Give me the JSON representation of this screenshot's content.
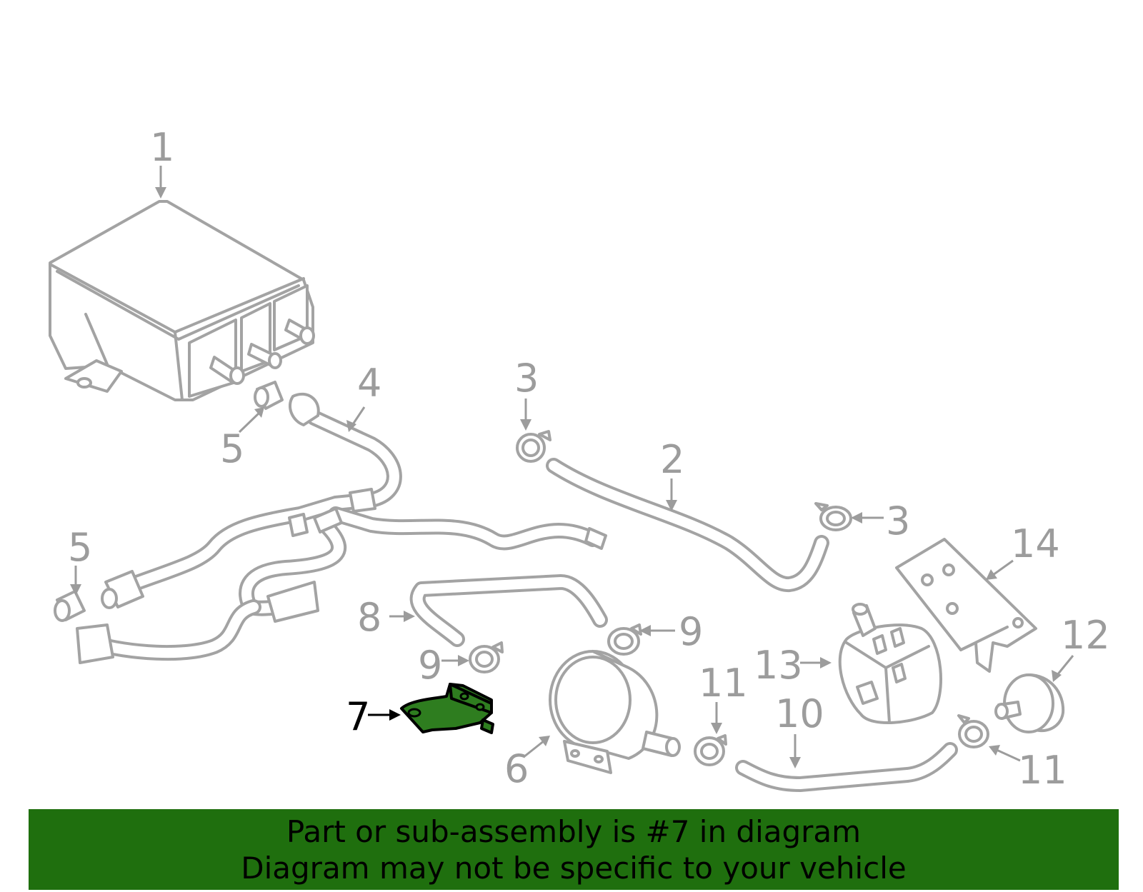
{
  "callouts": {
    "c1": "1",
    "c2": "2",
    "c3a": "3",
    "c3b": "3",
    "c4": "4",
    "c5a": "5",
    "c5b": "5",
    "c6": "6",
    "c7": "7",
    "c8": "8",
    "c9a": "9",
    "c9b": "9",
    "c10": "10",
    "c11a": "11",
    "c11b": "11",
    "c12": "12",
    "c13": "13",
    "c14": "14"
  },
  "highlighted_part": "7",
  "colors": {
    "line_art": "#a3a3a3",
    "highlight_fill": "#2e7d1f",
    "banner_bg": "#1f6f0e"
  },
  "banner": {
    "line1": "Part or sub-assembly is #7 in diagram",
    "line2": "Diagram may not be specific to your vehicle"
  }
}
